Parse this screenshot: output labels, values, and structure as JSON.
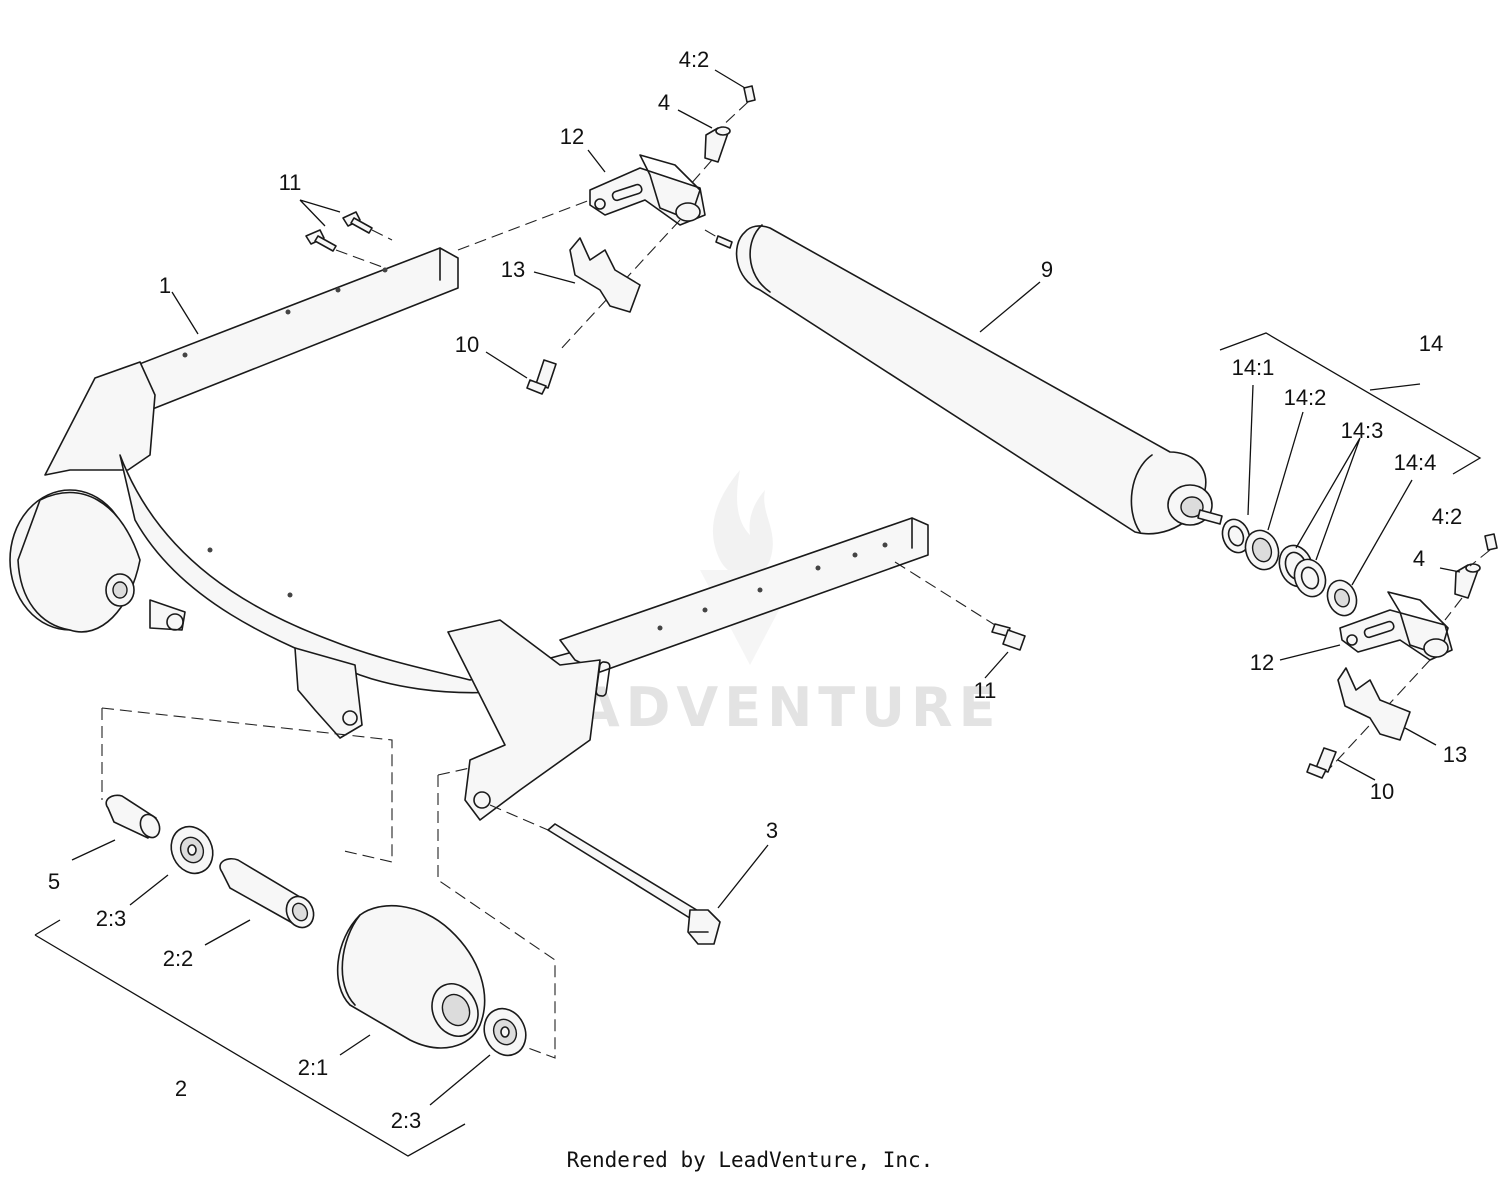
{
  "footer": {
    "text": "Rendered by LeadVenture, Inc."
  },
  "watermark": {
    "text": "LEADVENTURE"
  },
  "callouts": {
    "c1": "1",
    "c2": "2",
    "c2_1": "2:1",
    "c2_2": "2:2",
    "c2_3a": "2:3",
    "c2_3b": "2:3",
    "c3": "3",
    "c4a": "4",
    "c4_2a": "4:2",
    "c4b": "4",
    "c4_2b": "4:2",
    "c5": "5",
    "c9": "9",
    "c10a": "10",
    "c10b": "10",
    "c11a": "11",
    "c11b": "11",
    "c12a": "12",
    "c12b": "12",
    "c13a": "13",
    "c13b": "13",
    "c14": "14",
    "c14_1": "14:1",
    "c14_2": "14:2",
    "c14_3": "14:3",
    "c14_4": "14:4"
  }
}
